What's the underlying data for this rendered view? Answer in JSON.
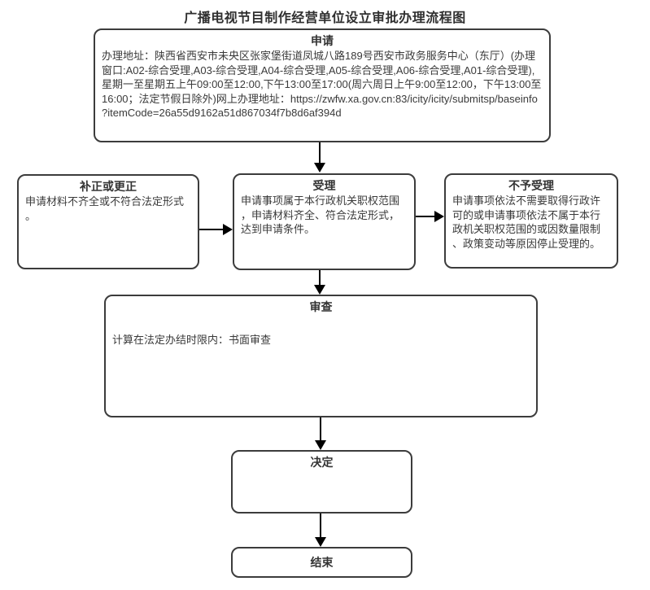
{
  "title": "广播电视节目制作经营单位设立审批办理流程图",
  "nodes": {
    "apply": {
      "title": "申请",
      "body": "办理地址：陕西省西安市未央区张家堡街道凤城八路189号西安市政务服务中心（东厅）(办理窗口:A02-综合受理,A03-综合受理,A04-综合受理,A05-综合受理,A06-综合受理,A01-综合受理),星期一至星期五上午09:00至12:00,下午13:00至17:00(周六周日上午9:00至12:00，下午13:00至16:00；法定节假日除外)网上办理地址：https://zwfw.xa.gov.cn:83/icity/icity/submitsp/baseinfo?itemCode=26a55d9162a51d867034f7b8d6af394d"
    },
    "correction": {
      "title": "补正或更正",
      "body": "申请材料不齐全或不符合法定形式。"
    },
    "acceptance": {
      "title": "受理",
      "body": "申请事项属于本行政机关职权范围，申请材料齐全、符合法定形式，达到申请条件。"
    },
    "rejection": {
      "title": "不予受理",
      "body": "申请事项依法不需要取得行政许可的或申请事项依法不属于本行政机关职权范围的或因数量限制、政策变动等原因停止受理的。"
    },
    "review": {
      "title": "审查",
      "body": "计算在法定办结时限内：书面审查"
    },
    "decision": {
      "title": "决定",
      "body": ""
    },
    "end": {
      "title": "结束"
    }
  },
  "edges": [
    {
      "from": "申请",
      "to": "受理"
    },
    {
      "from": "补正或更正",
      "to": "受理"
    },
    {
      "from": "受理",
      "to": "不予受理"
    },
    {
      "from": "受理",
      "to": "审查"
    },
    {
      "from": "审查",
      "to": "决定"
    },
    {
      "from": "决定",
      "to": "结束"
    }
  ],
  "colors": {
    "background": "#ffffff",
    "box_border": "#3c3c3c",
    "text": "#3a3a3a",
    "arrow": "#000000"
  }
}
